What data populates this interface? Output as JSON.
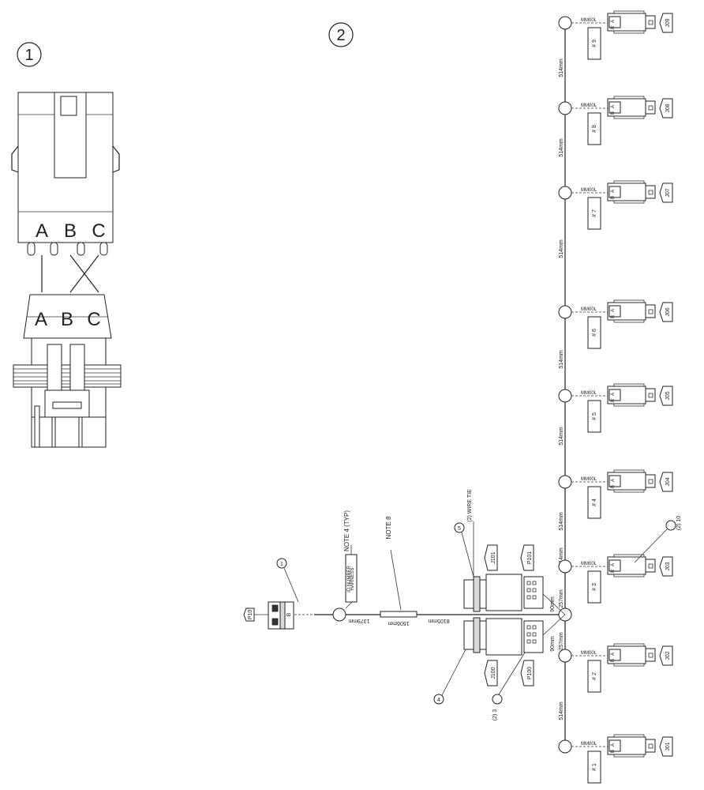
{
  "detail_1": {
    "callout": "1",
    "plug_pins": [
      "A",
      "B",
      "C"
    ],
    "receptacle_pins": [
      "A",
      "B",
      "C"
    ]
  },
  "detail_2": {
    "callout": "2"
  },
  "branches": [
    {
      "ref": "J09",
      "tag": "# 9",
      "length": "MM00L"
    },
    {
      "ref": "J08",
      "tag": "# 8",
      "length": "MM00L"
    },
    {
      "ref": "J07",
      "tag": "# 7",
      "length": "MM00L"
    },
    {
      "ref": "J06",
      "tag": "# 6",
      "length": "MM00L"
    },
    {
      "ref": "J05",
      "tag": "# 5",
      "length": "MM00L"
    },
    {
      "ref": "J04",
      "tag": "# 4",
      "length": "MM00L"
    },
    {
      "ref": "J03",
      "tag": "# 3",
      "length": "MM00L"
    },
    {
      "ref": "J02",
      "tag": "# 2",
      "length": "MM00L"
    },
    {
      "ref": "J01",
      "tag": "# 1",
      "length": "MM00L"
    }
  ],
  "trunk_segments": [
    "514mm",
    "514mm",
    "514mm",
    "514mm",
    "514mm",
    "514mm",
    "514mm",
    "257mm",
    "257mm",
    "514mm"
  ],
  "lead_lengths": {
    "upper": "90mm",
    "lower": "90mm"
  },
  "main_run": {
    "to_tag": "1379mm",
    "tube": "1606mm",
    "to_breakout": "8105mm"
  },
  "connectors": {
    "p10": "P10",
    "j101": "J101",
    "p101": "P101",
    "j100": "J100",
    "p100": "P100",
    "connector_pins": [
      "A",
      "B"
    ]
  },
  "notes": {
    "note4": "NOTE 4 (TYP)",
    "note8": "NOTE 8",
    "wire_tie": "(2) WIRE TIE",
    "tag_line1": "HARNESS",
    "tag_line2": "ID NUMBER"
  },
  "callouts": {
    "p10_item": "1",
    "j101_item": "5",
    "j100_item": "4",
    "p100_item": "(2) 3",
    "j03_item": "(2) 10"
  }
}
